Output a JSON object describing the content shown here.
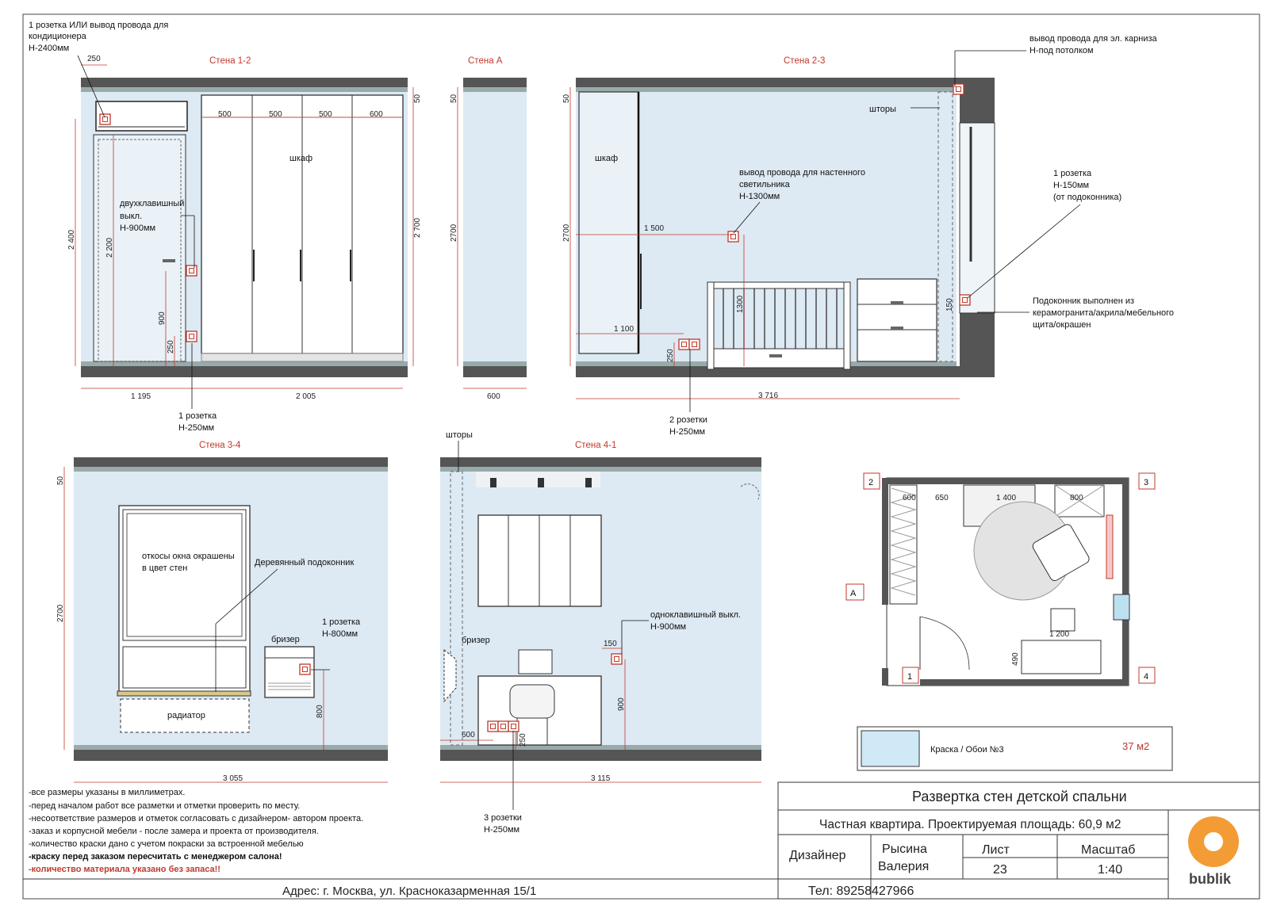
{
  "walls": {
    "w12": {
      "title": "Стена 1-2",
      "ac_note": [
        "1 розетка ИЛИ вывод провода для",
        "кондиционера",
        "Н-2400мм"
      ],
      "switch_note": [
        "двухклавишный",
        "выкл.",
        "Н-900мм"
      ],
      "wardrobe_label": "шкаф",
      "socket_note": [
        "1 розетка",
        "Н-250мм"
      ],
      "dims": {
        "ac_offset": "250",
        "height_total": "2 400",
        "door": "2 200",
        "switch_h": "900",
        "socket_h": "250",
        "panels": [
          "500",
          "500",
          "500",
          "600"
        ],
        "top": "50",
        "height_wall": "2 700",
        "width_left": "1 195",
        "width_right": "2 005"
      }
    },
    "wa": {
      "title": "Стена А",
      "dims": {
        "top": "50",
        "height": "2700",
        "width": "600"
      }
    },
    "w23": {
      "title": "Стена 2-3",
      "cornice_note": [
        "вывод провода для эл. карниза",
        "Н-под потолком"
      ],
      "curtains": "шторы",
      "wardrobe_label": "шкаф",
      "lamp_note": [
        "вывод провода для настенного",
        "светильника",
        "Н-1300мм"
      ],
      "socket_note": [
        "1 розетка",
        "Н-150мм",
        "(от подоконника)"
      ],
      "sill_note": [
        "Подоконник выполнен из",
        "керамогранита/акрила/мебельного",
        "щита/окрашен"
      ],
      "socket2_note": [
        "2 розетки",
        "Н-250мм"
      ],
      "dims": {
        "top": "50",
        "height": "2700",
        "lamp_x": "1 500",
        "lamp_h": "1300",
        "sock_x": "1 100",
        "sock_h": "250",
        "win_sock": "150",
        "width": "3 716"
      }
    },
    "w34": {
      "title": "Стена 3-4",
      "window_note": [
        "откосы окна окрашены",
        "в цвет стен"
      ],
      "sill_label": "Деревянный подоконник",
      "breezer": "бризер",
      "socket_note": [
        "1 розетка",
        "Н-800мм"
      ],
      "radiator": "радиатор",
      "dims": {
        "top": "50",
        "height": "2700",
        "sock_h": "800",
        "width": "3 055"
      }
    },
    "w41": {
      "title": "Стена 4-1",
      "curtains": "шторы",
      "breezer": "бризер",
      "switch_note": [
        "одноклавишный выкл.",
        "Н-900мм"
      ],
      "socket_note": [
        "3 розетки",
        "Н-250мм"
      ],
      "dims": {
        "sw_off": "150",
        "sw_h": "900",
        "sock_x": "600",
        "sock_h": "250",
        "width": "3 115"
      }
    }
  },
  "plan": {
    "markers": [
      "2",
      "3",
      "А",
      "1",
      "4"
    ],
    "dims": [
      "600",
      "650",
      "1 400",
      "800",
      "1 200",
      "490"
    ]
  },
  "legend": {
    "label": "Краска / Обои №3",
    "amount": "37 м2",
    "swatch_color": "#cfe9f7"
  },
  "notes": [
    {
      "text": "-все размеры указаны в миллиметрах.",
      "style": "normal"
    },
    {
      "text": "-перед началом работ все разметки и отметки проверить по месту.",
      "style": "normal"
    },
    {
      "text": "-несоответствие размеров и отметок согласовать с дизайнером- автором проекта.",
      "style": "normal"
    },
    {
      "text": "-заказ и корпусной мебели - после замера и проекта от производителя.",
      "style": "normal"
    },
    {
      "text": "-количество краски дано с учетом покраски за встроенной мебелью",
      "style": "normal"
    },
    {
      "text": "-краску перед заказом пересчитать с менеджером салона!",
      "style": "bold"
    },
    {
      "text": "-количество материала указано без запаса!!",
      "style": "red"
    }
  ],
  "address": "Адрес: г. Москва, ул. Красноказарменная 15/1",
  "title_block": {
    "title": "Развертка стен детской спальни",
    "subtitle": "Частная квартира. Проектируемая площадь: 60,9 м2",
    "designer_label": "Дизайнер",
    "designer_name_1": "Рысина",
    "designer_name_2": "Валерия",
    "sheet_label": "Лист",
    "sheet_value": "23",
    "scale_label": "Масштаб",
    "scale_value": "1:40",
    "phone": "Тел: 89258427966",
    "logo_text": "bublik"
  }
}
